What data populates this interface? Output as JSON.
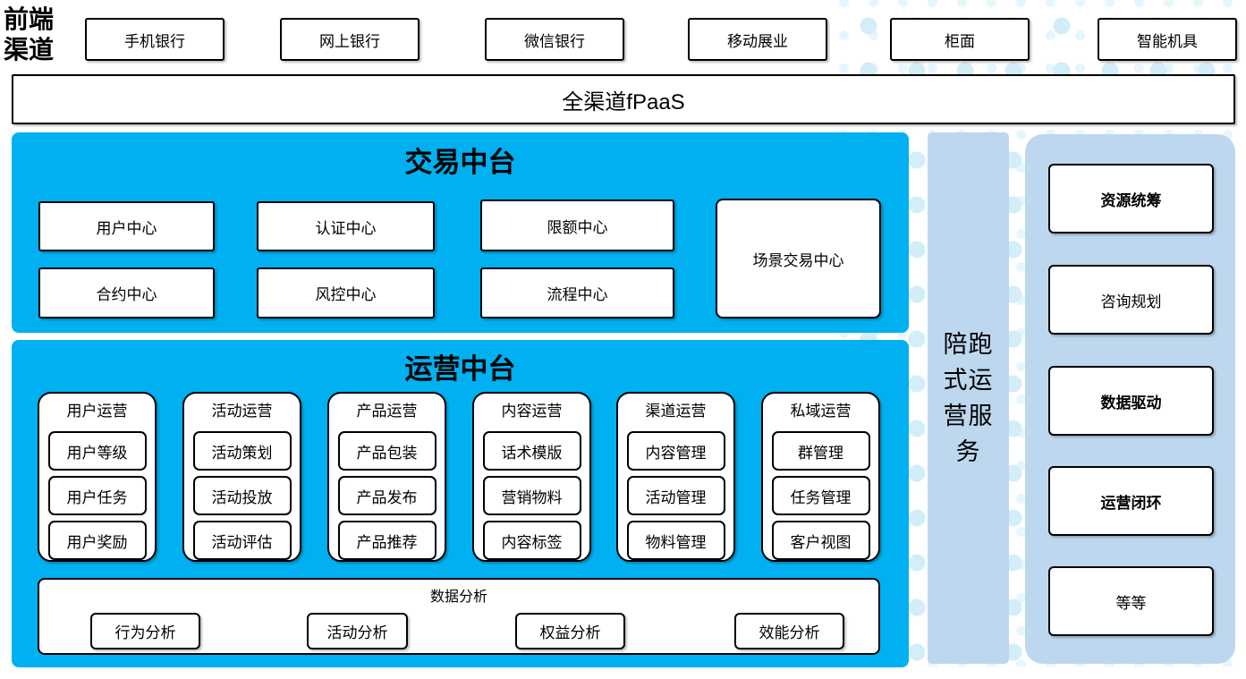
{
  "front_channels": {
    "label_line1": "前端",
    "label_line2": "渠道",
    "items": [
      "手机银行",
      "网上银行",
      "微信银行",
      "移动展业",
      "柜面",
      "智能机具"
    ]
  },
  "fpaas": {
    "label": "全渠道fPaaS"
  },
  "trade_platform": {
    "title": "交易中台",
    "centers": [
      "用户中心",
      "认证中心",
      "限额中心",
      "合约中心",
      "风控中心",
      "流程中心"
    ],
    "scene_center": "场景交易中心"
  },
  "ops_platform": {
    "title": "运营中台",
    "groups": [
      {
        "title": "用户运营",
        "items": [
          "用户等级",
          "用户任务",
          "用户奖励"
        ]
      },
      {
        "title": "活动运营",
        "items": [
          "活动策划",
          "活动投放",
          "活动评估"
        ]
      },
      {
        "title": "产品运营",
        "items": [
          "产品包装",
          "产品发布",
          "产品推荐"
        ]
      },
      {
        "title": "内容运营",
        "items": [
          "话术模版",
          "营销物料",
          "内容标签"
        ]
      },
      {
        "title": "渠道运营",
        "items": [
          "内容管理",
          "活动管理",
          "物料管理"
        ]
      },
      {
        "title": "私域运营",
        "items": [
          "群管理",
          "任务管理",
          "客户视图"
        ]
      }
    ],
    "data_analysis": {
      "title": "数据分析",
      "items": [
        "行为分析",
        "活动分析",
        "权益分析",
        "效能分析"
      ]
    }
  },
  "side_service": {
    "label": "陪跑式运营服务"
  },
  "service_items": [
    "资源统筹",
    "咨询规划",
    "数据驱动",
    "运营闭环",
    "等等"
  ],
  "colors": {
    "platform_blue": "#00B0F0",
    "light_blue": "#BDD7EE",
    "dot_blue": "#D3EDF9"
  }
}
